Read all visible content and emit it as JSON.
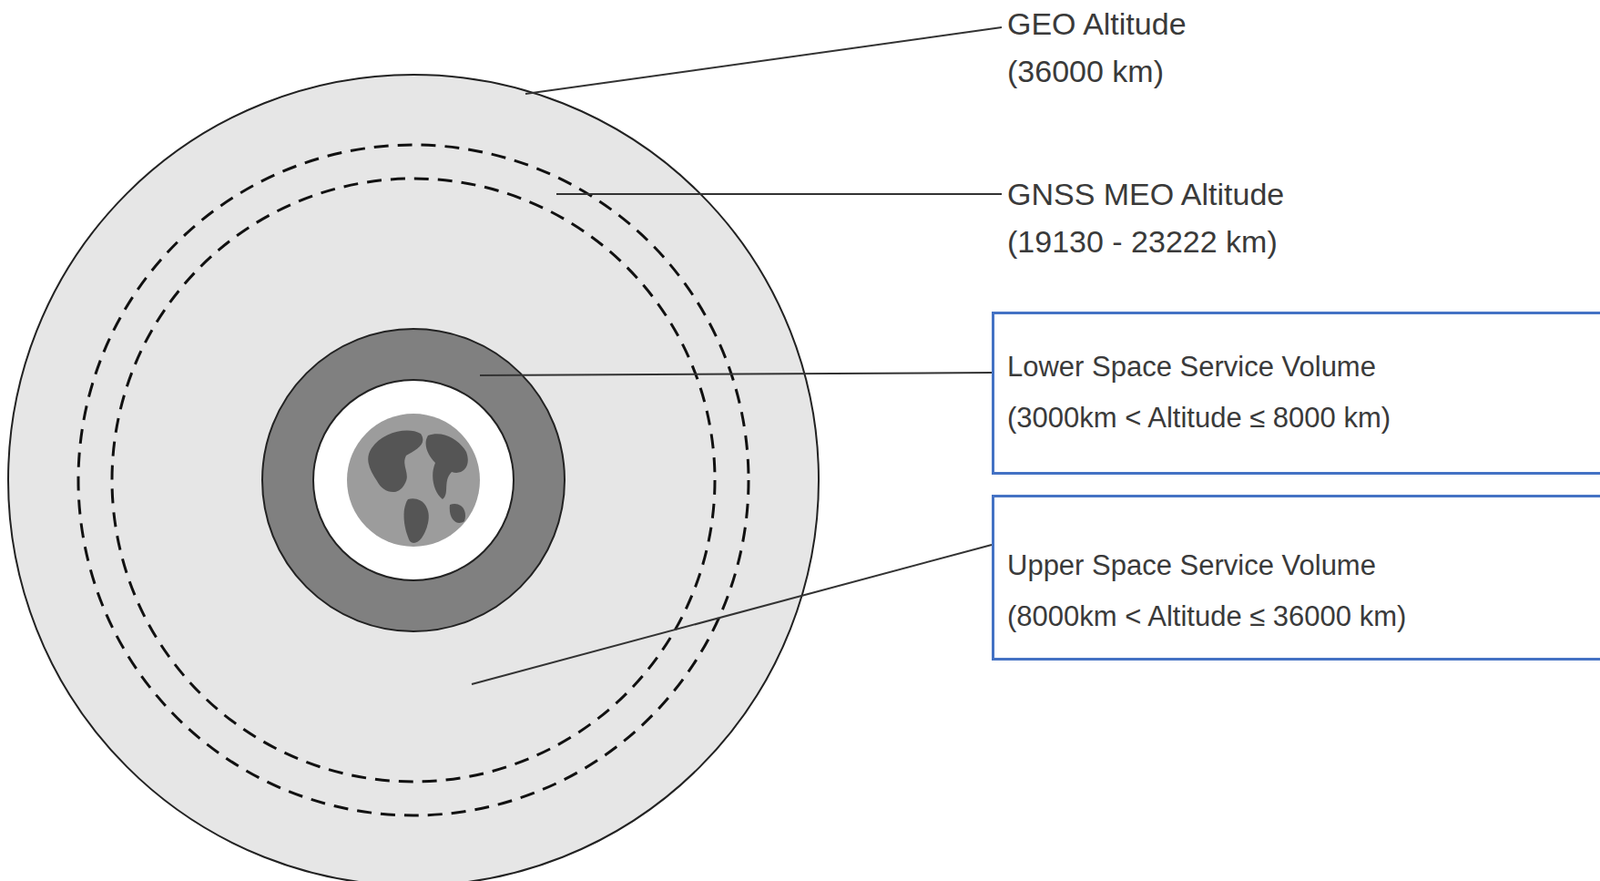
{
  "diagram": {
    "nodes": [
      {
        "text": [
          "Lower Space Service Volume",
          "(3000km < Altitude ≤ 8000 km)"
        ]
      },
      {
        "text": [
          "Upper Space Service Volume",
          "(8000km < Altitude ≤ 36000 km)"
        ]
      }
    ],
    "labels": [
      "GEO Altitude",
      "(36000 km)",
      "GNSS MEO Altitude",
      "(19130 - 23222 km)"
    ]
  }
}
